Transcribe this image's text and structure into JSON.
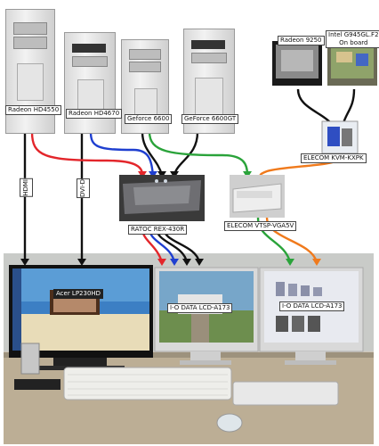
{
  "pcs": [
    {
      "id": "pc1",
      "label": "Radeon HD4550"
    },
    {
      "id": "pc2",
      "label": "Radeon HD4670"
    },
    {
      "id": "pc3",
      "label": "Geforce 6600"
    },
    {
      "id": "pc4",
      "label": "GeForce 6600GT"
    }
  ],
  "machines_top": [
    {
      "id": "m1",
      "label": "Radeon 9250"
    },
    {
      "id": "m2",
      "label": "Intel G945GL.F2\nOn board"
    }
  ],
  "switches": {
    "elecom_kvm": "ELECOM KVM-KXPK",
    "ratoc": "RATOC REX-430R",
    "elecom_vga": "ELECOM VTSP-VGA5V"
  },
  "links": {
    "hdmi": "HDMI",
    "dvi": "DVI-D"
  },
  "monitors": {
    "acer": "Acer LP230HD",
    "iodata1": "I-O DATA LCD-A173",
    "iodata2": "I-O DATA LCD-A173"
  },
  "colors": {
    "red": "#e3262b",
    "blue": "#1f3fd0",
    "black": "#111111",
    "green": "#2aa33a",
    "orange": "#f07a1c"
  }
}
